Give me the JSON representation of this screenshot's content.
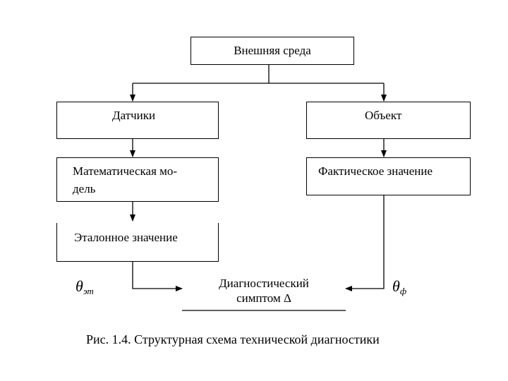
{
  "diagram": {
    "external_env": "Внешняя среда",
    "sensors": "Датчики",
    "object": "Объект",
    "math_model_line1": "Математическая мо-",
    "math_model_line2": "дель",
    "actual_value": "Фактическое значение",
    "reference_value": "Эталонное значение",
    "symptom_line1": "Диагностический",
    "symptom_line2": "симптом Δ",
    "theta_symbol": "θ",
    "theta_ref_sub": "эт",
    "theta_act_sub": "ф"
  },
  "caption": "Рис. 1.4. Структурная схема технической диагностики"
}
